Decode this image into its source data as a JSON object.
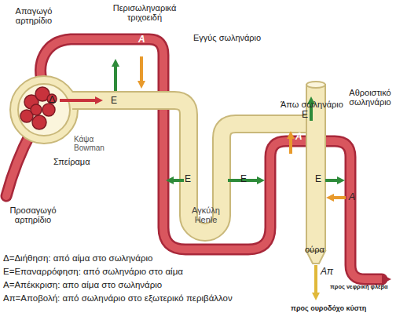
{
  "diagram": {
    "labels": [
      "Περισωληναρικά τριχοειδή",
      "Απαγωγό αρτηρίδιο",
      "Α",
      "Εγγύς σωληνάριο",
      "Δ",
      "Ε",
      "Κάψα Bowman",
      "Προσαγωγό αρτηρίδιο",
      "Σπείραμα",
      "Άπω σωληνάριο",
      "Αθροιστικό σωληνάριο",
      "Ε",
      "Α",
      "Ε",
      "Ε",
      "Ε",
      "Α",
      "Αγκύλη Henle",
      "ούρα",
      "Απ",
      "προς νεφρική φλέβα",
      "προς ουροδόχο κύστη"
    ],
    "legend": [
      {
        "text": "Δ=Διήθηση: από αίμα στο σωληνάριο"
      },
      {
        "text": "Ε=Επαναρρόφηση: από σωληνάριο στο αίμα"
      },
      {
        "text": "Α=Απέκκριση: απο αίμα στο σωληνάριο"
      },
      {
        "text": "Απ=Αποβολή: από σωληνάριο στο εξωτερικό περιβάλλον"
      }
    ]
  }
}
